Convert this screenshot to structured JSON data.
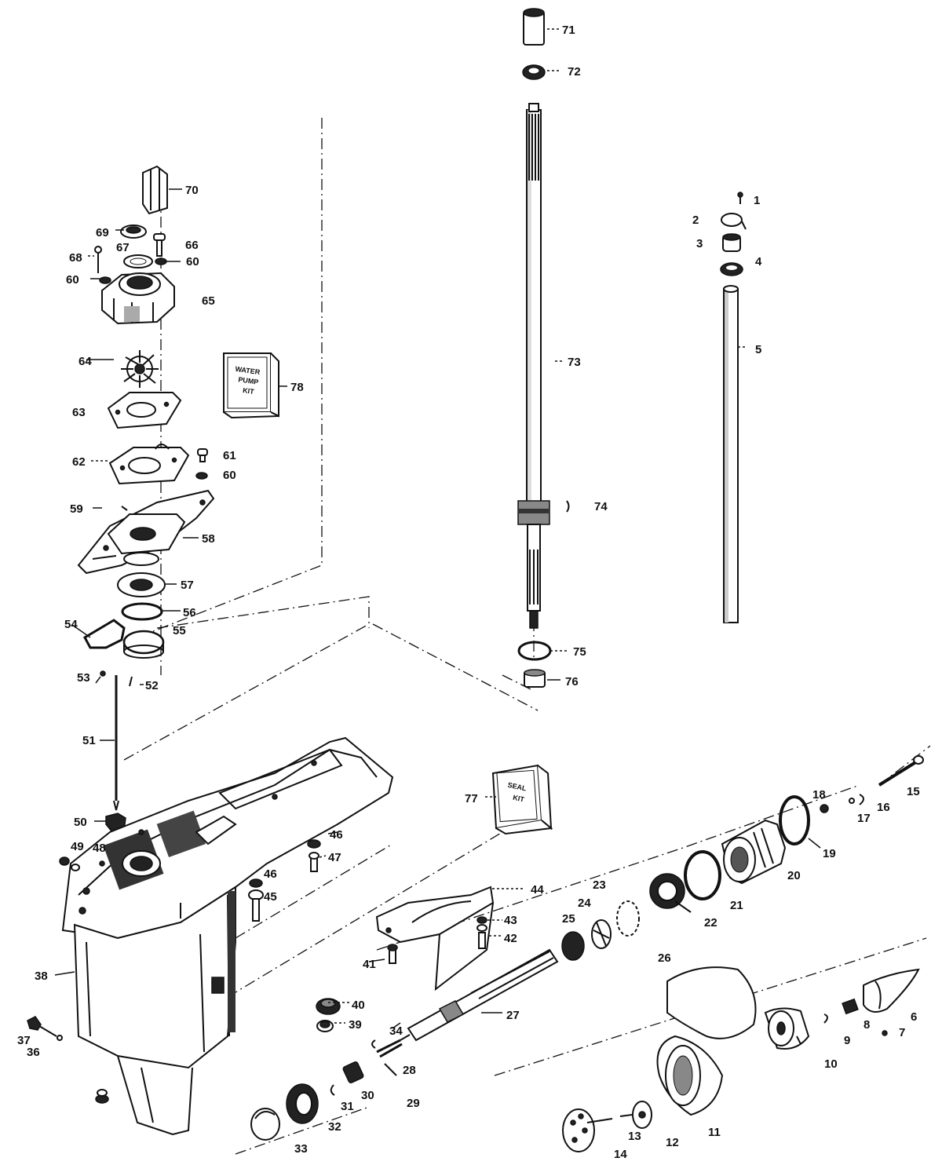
{
  "parts": [
    {
      "num": "1"
    },
    {
      "num": "2"
    },
    {
      "num": "3"
    },
    {
      "num": "4"
    },
    {
      "num": "5"
    },
    {
      "num": "6"
    },
    {
      "num": "7"
    },
    {
      "num": "8"
    },
    {
      "num": "9"
    },
    {
      "num": "10"
    },
    {
      "num": "11"
    },
    {
      "num": "12"
    },
    {
      "num": "13"
    },
    {
      "num": "14"
    },
    {
      "num": "15"
    },
    {
      "num": "16"
    },
    {
      "num": "17"
    },
    {
      "num": "18"
    },
    {
      "num": "19"
    },
    {
      "num": "20"
    },
    {
      "num": "21"
    },
    {
      "num": "22"
    },
    {
      "num": "23"
    },
    {
      "num": "24"
    },
    {
      "num": "25"
    },
    {
      "num": "26"
    },
    {
      "num": "27"
    },
    {
      "num": "28"
    },
    {
      "num": "29"
    },
    {
      "num": "30"
    },
    {
      "num": "31"
    },
    {
      "num": "32"
    },
    {
      "num": "33"
    },
    {
      "num": "34"
    },
    {
      "num": "36"
    },
    {
      "num": "37"
    },
    {
      "num": "38"
    },
    {
      "num": "39"
    },
    {
      "num": "40"
    },
    {
      "num": "41"
    },
    {
      "num": "42"
    },
    {
      "num": "43"
    },
    {
      "num": "44"
    },
    {
      "num": "45"
    },
    {
      "num": "46"
    },
    {
      "num": "46"
    },
    {
      "num": "47"
    },
    {
      "num": "48"
    },
    {
      "num": "49"
    },
    {
      "num": "50"
    },
    {
      "num": "51"
    },
    {
      "num": "52"
    },
    {
      "num": "53"
    },
    {
      "num": "54"
    },
    {
      "num": "55"
    },
    {
      "num": "56"
    },
    {
      "num": "57"
    },
    {
      "num": "58"
    },
    {
      "num": "59"
    },
    {
      "num": "60"
    },
    {
      "num": "60"
    },
    {
      "num": "60"
    },
    {
      "num": "61"
    },
    {
      "num": "62"
    },
    {
      "num": "63"
    },
    {
      "num": "64"
    },
    {
      "num": "65"
    },
    {
      "num": "66"
    },
    {
      "num": "67"
    },
    {
      "num": "68"
    },
    {
      "num": "69"
    },
    {
      "num": "70"
    },
    {
      "num": "71"
    },
    {
      "num": "72"
    },
    {
      "num": "73"
    },
    {
      "num": "74"
    },
    {
      "num": "75"
    },
    {
      "num": "76"
    },
    {
      "num": "77"
    },
    {
      "num": "78"
    }
  ],
  "kits": {
    "water_pump": [
      "WATER",
      "PUMP",
      "KIT"
    ],
    "seal": [
      "SEAL",
      "KIT"
    ]
  }
}
